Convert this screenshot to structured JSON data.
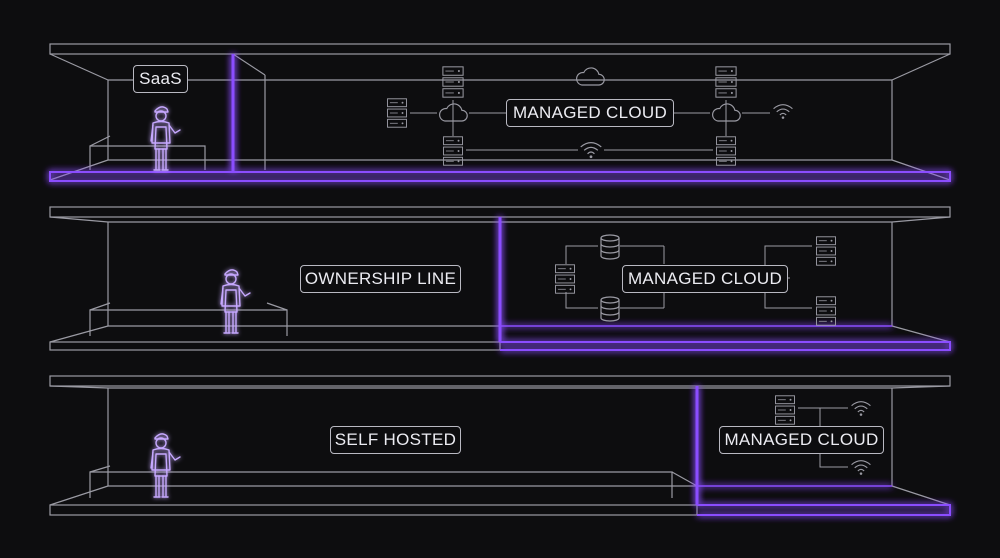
{
  "tiers": [
    {
      "id": "saas",
      "label": "SaaS",
      "managed_label": "MANAGED CLOUD"
    },
    {
      "id": "ownership",
      "label": "OWNERSHIP LINE",
      "managed_label": "MANAGED CLOUD"
    },
    {
      "id": "self-hosted",
      "label": "SELF HOSTED",
      "managed_label": "MANAGED CLOUD"
    }
  ],
  "colors": {
    "background": "#0d0d0f",
    "line": "#9a9aa3",
    "text": "#ececf2",
    "accent": "#8b4dff",
    "accent_glow": "#a86bff"
  },
  "icons": [
    "server-rack-icon",
    "cloud-icon",
    "wifi-icon",
    "database-icon",
    "worker-figure-icon"
  ]
}
